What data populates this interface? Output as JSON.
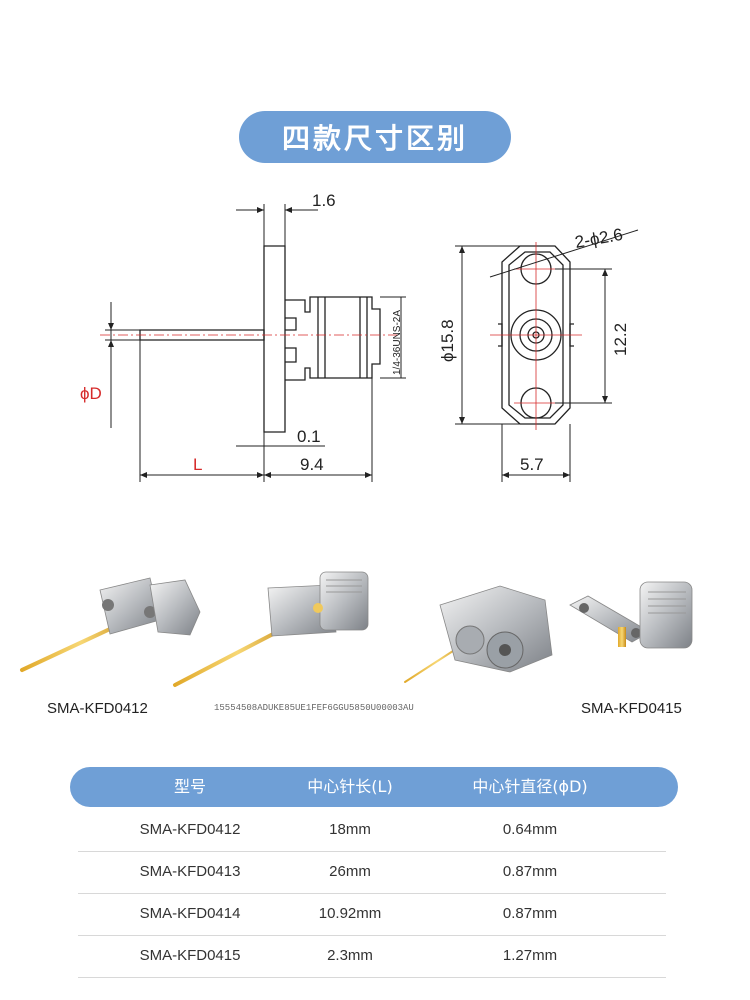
{
  "title": "四款尺寸区别",
  "drawing": {
    "dim_flange": "1.6",
    "dim_pin_dia": "ϕD",
    "dim_pin_len": "L",
    "dim_gap": "0.1",
    "dim_body": "9.4",
    "thread": "1/4-36UNS-2A",
    "dim_holes": "2-ϕ2.6",
    "dim_outer": "ϕ15.8",
    "dim_pitch": "12.2",
    "dim_width": "5.7"
  },
  "photos": {
    "left_label": "SMA-KFD0412",
    "middle_label": "15554508ADUKE85UE1FEF6GGU5850U00003AU",
    "right_label": "SMA-KFD0415"
  },
  "table": {
    "headers": [
      "型号",
      "中心针长(L)",
      "中心针直径(ϕD)"
    ],
    "rows": [
      {
        "model": "SMA-KFD0412",
        "length": "18mm",
        "diameter": "0.64mm"
      },
      {
        "model": "SMA-KFD0413",
        "length": "26mm",
        "diameter": "0.87mm"
      },
      {
        "model": "SMA-KFD0414",
        "length": "10.92mm",
        "diameter": "0.87mm"
      },
      {
        "model": "SMA-KFD0415",
        "length": "2.3mm",
        "diameter": "1.27mm"
      }
    ]
  },
  "colors": {
    "accent": "#6f9fd6",
    "dim_red": "#d62a2a"
  }
}
